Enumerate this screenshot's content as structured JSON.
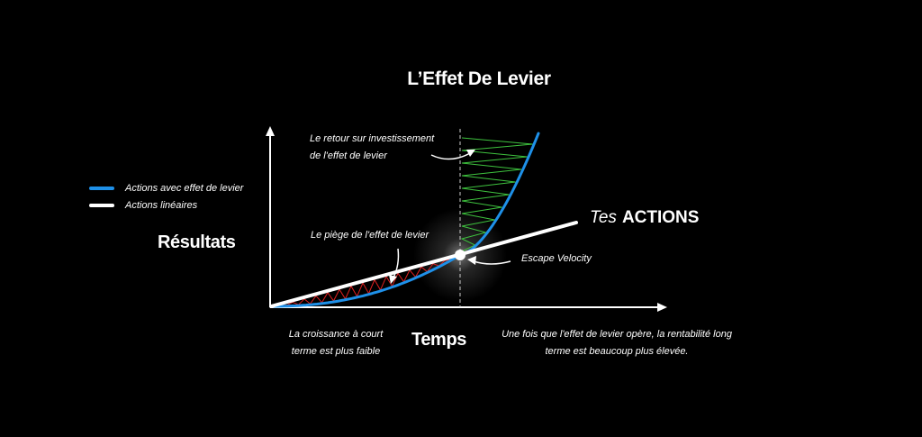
{
  "title": "L’Effet De Levier",
  "axes": {
    "y_label": "Résultats",
    "x_label": "Temps"
  },
  "legend": [
    {
      "label": "Actions avec effet de levier",
      "color": "#1e90e8"
    },
    {
      "label": "Actions linéaires",
      "color": "#ffffff"
    }
  ],
  "annotations": {
    "roi_line1": "Le retour sur investissement",
    "roi_line2": "de l'effet de levier",
    "trap": "Le piège de l'effet de levier",
    "escape": "Escape Velocity",
    "short_term": "La croissance à court terme est plus faible",
    "long_term": "Une fois que l'effet de levier opère, la rentabilité long terme est beaucoup plus élevée."
  },
  "line_label": {
    "prefix": "Tes",
    "word": "ACTIONS"
  },
  "colors": {
    "background": "#000000",
    "leverage_curve": "#1e90e8",
    "linear_line": "#ffffff",
    "trap_zigzag": "#e02020",
    "roi_zigzag": "#3ec23e"
  }
}
